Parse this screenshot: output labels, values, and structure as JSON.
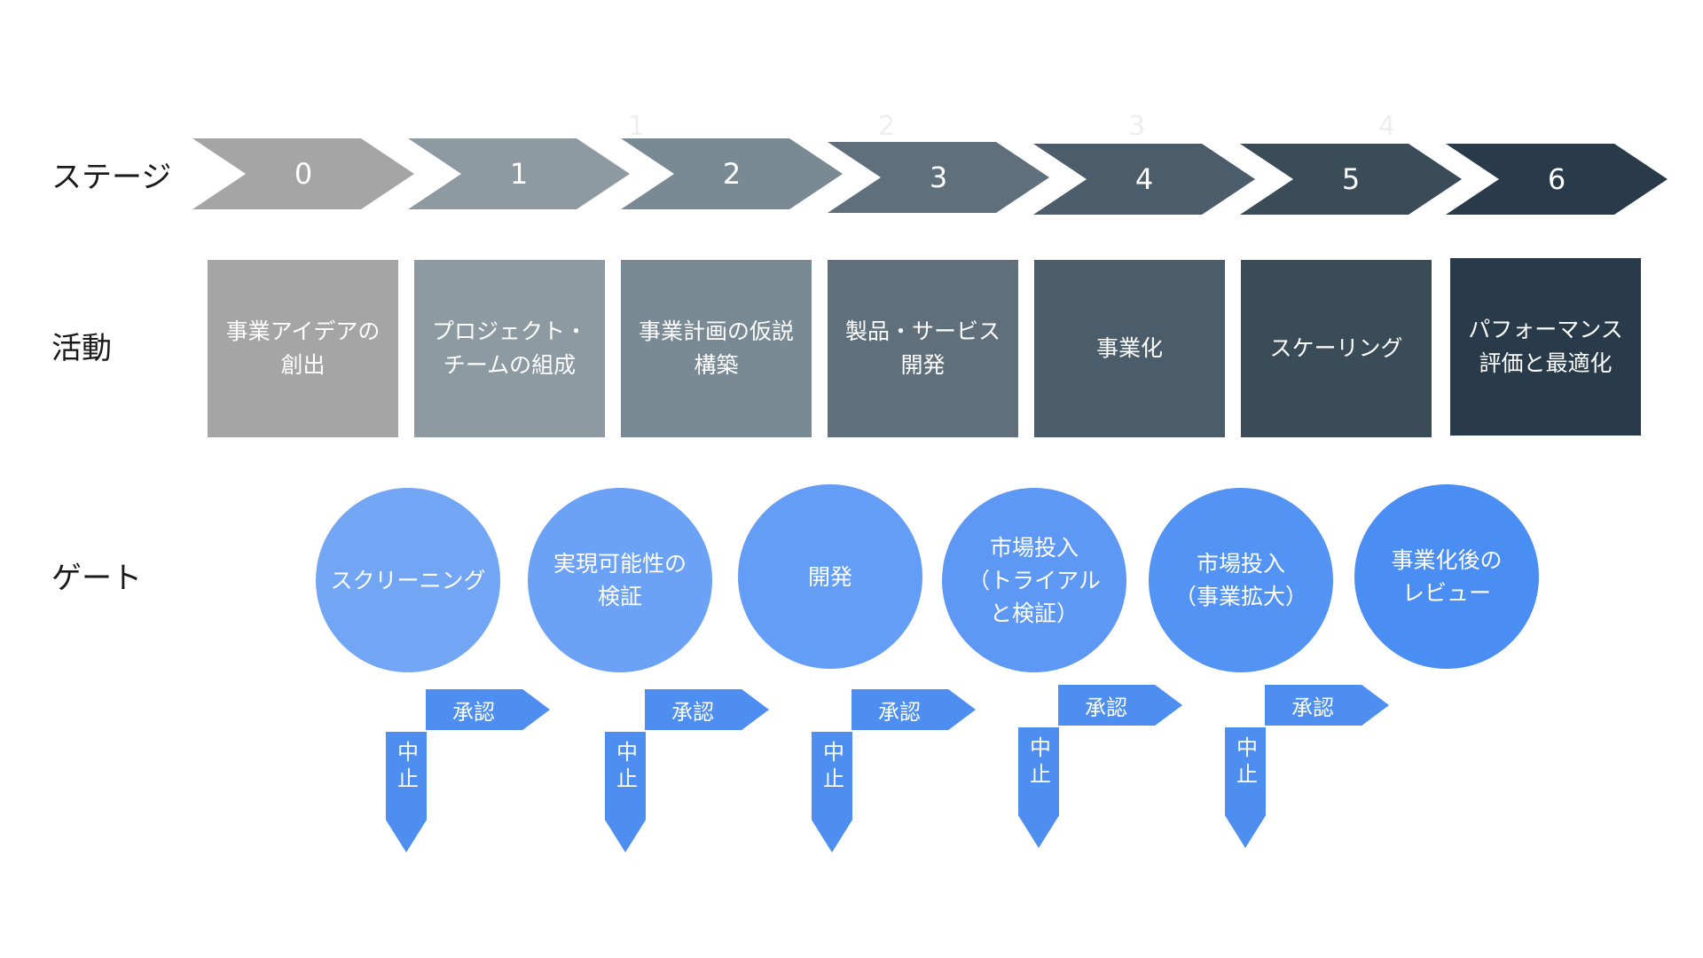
{
  "labels": {
    "stage": "ステージ",
    "activity": "活動",
    "gate": "ゲート"
  },
  "stages": [
    "0",
    "1",
    "2",
    "3",
    "4",
    "5",
    "6"
  ],
  "ghost_numbers": [
    "1",
    "2",
    "3",
    "4"
  ],
  "activities": [
    "事業アイデアの\n創出",
    "プロジェクト・\nチームの組成",
    "事業計画の仮説\n構築",
    "製品・サービス\n開発",
    "事業化",
    "スケーリング",
    "パフォーマンス\n評価と最適化"
  ],
  "gates": [
    "スクリーニング",
    "実現可能性の\n検証",
    "開発",
    "市場投入\n（トライアル\nと検証）",
    "市場投入\n（事業拡大）",
    "事業化後の\nレビュー"
  ],
  "decisions": {
    "approve": "承認",
    "stop": "中止"
  },
  "colors": {
    "stages": [
      "#a5a5a5",
      "#8d9aa2",
      "#7a8a94",
      "#5f707c",
      "#4b5d6b",
      "#3b4c59",
      "#293b4b"
    ],
    "gates": [
      "#72a6f5",
      "#6ba2f5",
      "#649df5",
      "#5c98f4",
      "#5393f4",
      "#4a8ef4"
    ],
    "decision_arrow": "#4d8ef0"
  }
}
